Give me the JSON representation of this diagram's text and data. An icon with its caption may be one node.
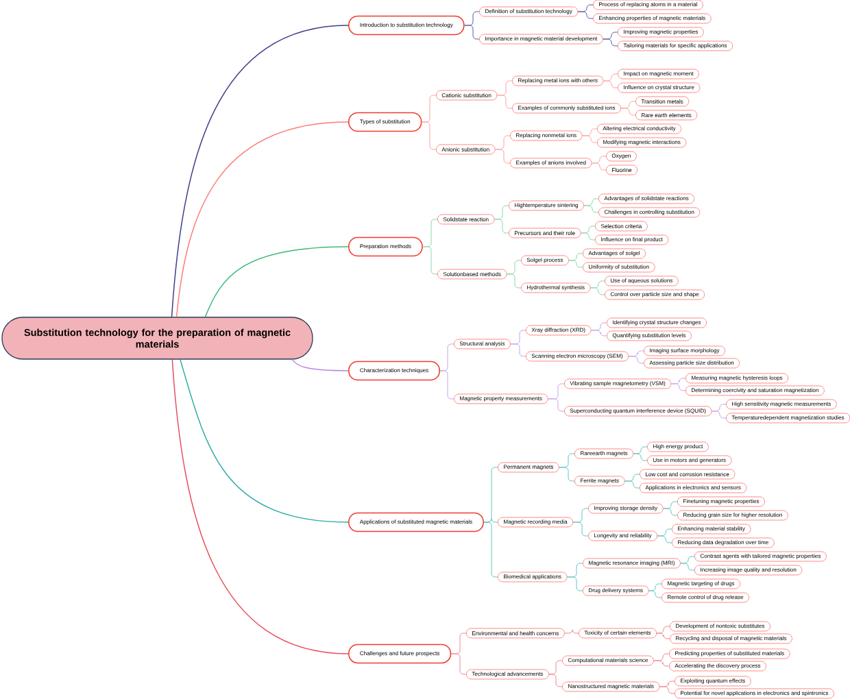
{
  "diagram": {
    "nodes": [
      {
        "text": [
          "Substitution technology for the preparation of magnetic materials"
        ]
      },
      {
        "text": [
          "Introduction to substitution technology"
        ]
      },
      {
        "text": [
          "Definition of substitution technology"
        ]
      },
      {
        "text": [
          "Process of replacing atoms in a material"
        ]
      },
      {
        "text": [
          "Enhancing properties of magnetic materials"
        ]
      },
      {
        "text": [
          "Importance in magnetic material development"
        ]
      },
      {
        "text": [
          "Improving magnetic properties"
        ]
      },
      {
        "text": [
          "Tailoring materials for specific applications"
        ]
      },
      {
        "text": [
          "Types of substitution"
        ]
      },
      {
        "text": [
          "Cationic substitution"
        ]
      },
      {
        "text": [
          "Replacing metal ions with others"
        ]
      },
      {
        "text": [
          "Impact on magnetic moment"
        ]
      },
      {
        "text": [
          "Influence on crystal structure"
        ]
      },
      {
        "text": [
          "Examples of commonly substituted ions"
        ]
      },
      {
        "text": [
          "Transition metals"
        ]
      },
      {
        "text": [
          "Rare earth elements"
        ]
      },
      {
        "text": [
          "Anionic substitution"
        ]
      },
      {
        "text": [
          "Replacing nonmetal ions"
        ]
      },
      {
        "text": [
          "Altering electrical conductivity"
        ]
      },
      {
        "text": [
          "Modifying magnetic interactions"
        ]
      },
      {
        "text": [
          "Examples of anions involved"
        ]
      },
      {
        "text": [
          "Oxygen"
        ]
      },
      {
        "text": [
          "Fluorine"
        ]
      },
      {
        "text": [
          "Preparation methods"
        ]
      },
      {
        "text": [
          "Solidstate reaction"
        ]
      },
      {
        "text": [
          "Hightemperature sintering"
        ]
      },
      {
        "text": [
          "Advantages of solidstate reactions"
        ]
      },
      {
        "text": [
          "Challenges in controlling substitution"
        ]
      },
      {
        "text": [
          "Precursors and their role"
        ]
      },
      {
        "text": [
          "Selection criteria"
        ]
      },
      {
        "text": [
          "Influence on final product"
        ]
      },
      {
        "text": [
          "Solutionbased methods"
        ]
      },
      {
        "text": [
          "Solgel process"
        ]
      },
      {
        "text": [
          "Advantages of solgel"
        ]
      },
      {
        "text": [
          "Uniformity of substitution"
        ]
      },
      {
        "text": [
          "Hydrothermal synthesis"
        ]
      },
      {
        "text": [
          "Use of aqueous solutions"
        ]
      },
      {
        "text": [
          "Control over particle size and shape"
        ]
      },
      {
        "text": [
          "Characterization techniques"
        ]
      },
      {
        "text": [
          "Structural analysis"
        ]
      },
      {
        "text": [
          "Xray diffraction (XRD)"
        ]
      },
      {
        "text": [
          "Identifying crystal structure changes"
        ]
      },
      {
        "text": [
          "Quantifying substitution levels"
        ]
      },
      {
        "text": [
          "Scanning electron microscopy (SEM)"
        ]
      },
      {
        "text": [
          "Imaging surface morphology"
        ]
      },
      {
        "text": [
          "Assessing particle size distribution"
        ]
      },
      {
        "text": [
          "Magnetic property measurements"
        ]
      },
      {
        "text": [
          "Vibrating sample magnetometry (VSM)"
        ]
      },
      {
        "text": [
          "Measuring magnetic hysteresis loops"
        ]
      },
      {
        "text": [
          "Determining coercivity and saturation magnetization"
        ]
      },
      {
        "text": [
          "Superconducting quantum interference device (SQUID)"
        ]
      },
      {
        "text": [
          "High sensitivity magnetic measurements"
        ]
      },
      {
        "text": [
          "Temperaturedependent magnetization studies"
        ]
      },
      {
        "text": [
          "Applications of substituted magnetic materials"
        ]
      },
      {
        "text": [
          "Permanent magnets"
        ]
      },
      {
        "text": [
          "Rareearth magnets"
        ]
      },
      {
        "text": [
          "High energy product"
        ]
      },
      {
        "text": [
          "Use in motors and generators"
        ]
      },
      {
        "text": [
          "Ferrite magnets"
        ]
      },
      {
        "text": [
          "Low cost and corrosion resistance"
        ]
      },
      {
        "text": [
          "Applications in electronics and sensors"
        ]
      },
      {
        "text": [
          "Magnetic recording media"
        ]
      },
      {
        "text": [
          "Improving storage density"
        ]
      },
      {
        "text": [
          "Finetuning magnetic properties"
        ]
      },
      {
        "text": [
          "Reducing grain size for higher resolution"
        ]
      },
      {
        "text": [
          "Longevity and reliability"
        ]
      },
      {
        "text": [
          "Enhancing material stability"
        ]
      },
      {
        "text": [
          "Reducing data degradation over time"
        ]
      },
      {
        "text": [
          "Biomedical applications"
        ]
      },
      {
        "text": [
          "Magnetic resonance imaging (MRI)"
        ]
      },
      {
        "text": [
          "Contrast agents with tailored magnetic properties"
        ]
      },
      {
        "text": [
          "Increasing image quality and resolution"
        ]
      },
      {
        "text": [
          "Drug delivery systems"
        ]
      },
      {
        "text": [
          "Magnetic targeting of drugs"
        ]
      },
      {
        "text": [
          "Remote control of drug release"
        ]
      },
      {
        "text": [
          "Challenges and future prospects"
        ]
      },
      {
        "text": [
          "Environmental and health concerns"
        ]
      },
      {
        "text": [
          "Toxicity of certain elements"
        ]
      },
      {
        "text": [
          "Development of nontoxic substitutes"
        ]
      },
      {
        "text": [
          "Recycling and disposal of magnetic materials"
        ]
      },
      {
        "text": [
          "Technological advancements"
        ]
      },
      {
        "text": [
          "Computational materials science"
        ]
      },
      {
        "text": [
          "Predicting properties of substituted materials"
        ]
      },
      {
        "text": [
          "Accelerating the discovery process"
        ]
      },
      {
        "text": [
          "Nanostructured magnetic materials"
        ]
      },
      {
        "text": [
          "Exploiting quantum effects"
        ]
      },
      {
        "text": [
          "Potential for novel applications in electronics and spintronics"
        ]
      }
    ],
    "edges": [
      {
        "from": 0,
        "to": 1,
        "arrow": "none",
        "color": "#3f3f8c"
      },
      {
        "from": 1,
        "to": 2,
        "arrow": "none",
        "color": "#5b5ba6"
      },
      {
        "from": 2,
        "to": 3,
        "arrow": "none",
        "color": "#5b5ba6"
      },
      {
        "from": 2,
        "to": 4,
        "arrow": "none",
        "color": "#5b5ba6"
      },
      {
        "from": 1,
        "to": 5,
        "arrow": "none",
        "color": "#5b5ba6"
      },
      {
        "from": 5,
        "to": 6,
        "arrow": "none",
        "color": "#5b5ba6"
      },
      {
        "from": 5,
        "to": 7,
        "arrow": "none",
        "color": "#5b5ba6"
      },
      {
        "from": 0,
        "to": 8,
        "arrow": "none",
        "color": "#f97e7a"
      },
      {
        "from": 8,
        "to": 9,
        "arrow": "none",
        "color": "#f9a5a1"
      },
      {
        "from": 9,
        "to": 10,
        "arrow": "none",
        "color": "#f9a5a1"
      },
      {
        "from": 10,
        "to": 11,
        "arrow": "none",
        "color": "#f9a5a1"
      },
      {
        "from": 10,
        "to": 12,
        "arrow": "none",
        "color": "#f9a5a1"
      },
      {
        "from": 9,
        "to": 13,
        "arrow": "none",
        "color": "#f9a5a1"
      },
      {
        "from": 13,
        "to": 14,
        "arrow": "none",
        "color": "#f9a5a1"
      },
      {
        "from": 13,
        "to": 15,
        "arrow": "none",
        "color": "#f9a5a1"
      },
      {
        "from": 8,
        "to": 16,
        "arrow": "none",
        "color": "#f9a5a1"
      },
      {
        "from": 16,
        "to": 17,
        "arrow": "none",
        "color": "#f9a5a1"
      },
      {
        "from": 17,
        "to": 18,
        "arrow": "none",
        "color": "#f9a5a1"
      },
      {
        "from": 17,
        "to": 19,
        "arrow": "none",
        "color": "#f9a5a1"
      },
      {
        "from": 16,
        "to": 20,
        "arrow": "none",
        "color": "#f9a5a1"
      },
      {
        "from": 20,
        "to": 21,
        "arrow": "none",
        "color": "#f9a5a1"
      },
      {
        "from": 20,
        "to": 22,
        "arrow": "none",
        "color": "#f9a5a1"
      },
      {
        "from": 0,
        "to": 23,
        "arrow": "none",
        "color": "#3dba77"
      },
      {
        "from": 23,
        "to": 24,
        "arrow": "none",
        "color": "#8bd7ae"
      },
      {
        "from": 24,
        "to": 25,
        "arrow": "none",
        "color": "#8bd7ae"
      },
      {
        "from": 25,
        "to": 26,
        "arrow": "none",
        "color": "#8bd7ae"
      },
      {
        "from": 25,
        "to": 27,
        "arrow": "none",
        "color": "#8bd7ae"
      },
      {
        "from": 24,
        "to": 28,
        "arrow": "none",
        "color": "#8bd7ae"
      },
      {
        "from": 28,
        "to": 29,
        "arrow": "none",
        "color": "#8bd7ae"
      },
      {
        "from": 28,
        "to": 30,
        "arrow": "none",
        "color": "#8bd7ae"
      },
      {
        "from": 23,
        "to": 31,
        "arrow": "none",
        "color": "#8bd7ae"
      },
      {
        "from": 31,
        "to": 32,
        "arrow": "none",
        "color": "#8bd7ae"
      },
      {
        "from": 32,
        "to": 33,
        "arrow": "none",
        "color": "#8bd7ae"
      },
      {
        "from": 32,
        "to": 34,
        "arrow": "none",
        "color": "#8bd7ae"
      },
      {
        "from": 31,
        "to": 35,
        "arrow": "none",
        "color": "#8bd7ae"
      },
      {
        "from": 35,
        "to": 36,
        "arrow": "none",
        "color": "#8bd7ae"
      },
      {
        "from": 35,
        "to": 37,
        "arrow": "none",
        "color": "#8bd7ae"
      },
      {
        "from": 0,
        "to": 38,
        "arrow": "none",
        "color": "#b68ae0"
      },
      {
        "from": 38,
        "to": 39,
        "arrow": "none",
        "color": "#c7a4ea"
      },
      {
        "from": 39,
        "to": 40,
        "arrow": "none",
        "color": "#c7a4ea"
      },
      {
        "from": 40,
        "to": 41,
        "arrow": "none",
        "color": "#c7a4ea"
      },
      {
        "from": 40,
        "to": 42,
        "arrow": "none",
        "color": "#c7a4ea"
      },
      {
        "from": 39,
        "to": 43,
        "arrow": "none",
        "color": "#c7a4ea"
      },
      {
        "from": 43,
        "to": 44,
        "arrow": "none",
        "color": "#c7a4ea"
      },
      {
        "from": 43,
        "to": 45,
        "arrow": "none",
        "color": "#c7a4ea"
      },
      {
        "from": 38,
        "to": 46,
        "arrow": "none",
        "color": "#c7a4ea"
      },
      {
        "from": 46,
        "to": 47,
        "arrow": "none",
        "color": "#c7a4ea"
      },
      {
        "from": 47,
        "to": 48,
        "arrow": "none",
        "color": "#c7a4ea"
      },
      {
        "from": 47,
        "to": 49,
        "arrow": "none",
        "color": "#c7a4ea"
      },
      {
        "from": 46,
        "to": 50,
        "arrow": "none",
        "color": "#c7a4ea"
      },
      {
        "from": 50,
        "to": 51,
        "arrow": "none",
        "color": "#c7a4ea"
      },
      {
        "from": 50,
        "to": 52,
        "arrow": "none",
        "color": "#c7a4ea"
      },
      {
        "from": 0,
        "to": 53,
        "arrow": "none",
        "color": "#2aaca4"
      },
      {
        "from": 53,
        "to": 54,
        "arrow": "none",
        "color": "#62c6bf"
      },
      {
        "from": 54,
        "to": 55,
        "arrow": "none",
        "color": "#62c6bf"
      },
      {
        "from": 55,
        "to": 56,
        "arrow": "none",
        "color": "#62c6bf"
      },
      {
        "from": 55,
        "to": 57,
        "arrow": "none",
        "color": "#62c6bf"
      },
      {
        "from": 54,
        "to": 58,
        "arrow": "none",
        "color": "#62c6bf"
      },
      {
        "from": 58,
        "to": 59,
        "arrow": "none",
        "color": "#62c6bf"
      },
      {
        "from": 58,
        "to": 60,
        "arrow": "none",
        "color": "#62c6bf"
      },
      {
        "from": 53,
        "to": 61,
        "arrow": "none",
        "color": "#62c6bf"
      },
      {
        "from": 61,
        "to": 62,
        "arrow": "none",
        "color": "#62c6bf"
      },
      {
        "from": 62,
        "to": 63,
        "arrow": "none",
        "color": "#62c6bf"
      },
      {
        "from": 62,
        "to": 64,
        "arrow": "none",
        "color": "#62c6bf"
      },
      {
        "from": 61,
        "to": 65,
        "arrow": "none",
        "color": "#62c6bf"
      },
      {
        "from": 65,
        "to": 66,
        "arrow": "none",
        "color": "#62c6bf"
      },
      {
        "from": 65,
        "to": 67,
        "arrow": "none",
        "color": "#62c6bf"
      },
      {
        "from": 53,
        "to": 68,
        "arrow": "none",
        "color": "#62c6bf"
      },
      {
        "from": 68,
        "to": 69,
        "arrow": "none",
        "color": "#62c6bf"
      },
      {
        "from": 69,
        "to": 70,
        "arrow": "none",
        "color": "#62c6bf"
      },
      {
        "from": 69,
        "to": 71,
        "arrow": "none",
        "color": "#62c6bf"
      },
      {
        "from": 68,
        "to": 72,
        "arrow": "none",
        "color": "#62c6bf"
      },
      {
        "from": 72,
        "to": 73,
        "arrow": "none",
        "color": "#62c6bf"
      },
      {
        "from": 72,
        "to": 74,
        "arrow": "none",
        "color": "#62c6bf"
      },
      {
        "from": 0,
        "to": 75,
        "arrow": "none",
        "color": "#e8505e"
      },
      {
        "from": 75,
        "to": 76,
        "arrow": "none",
        "color": "#ee8794"
      },
      {
        "from": 76,
        "to": 77,
        "arrow": "none",
        "color": "#ee8794"
      },
      {
        "from": 77,
        "to": 78,
        "arrow": "none",
        "color": "#ee8794"
      },
      {
        "from": 77,
        "to": 79,
        "arrow": "none",
        "color": "#ee8794"
      },
      {
        "from": 75,
        "to": 80,
        "arrow": "none",
        "color": "#ee8794"
      },
      {
        "from": 80,
        "to": 81,
        "arrow": "none",
        "color": "#ee8794"
      },
      {
        "from": 81,
        "to": 82,
        "arrow": "none",
        "color": "#ee8794"
      },
      {
        "from": 81,
        "to": 83,
        "arrow": "none",
        "color": "#ee8794"
      },
      {
        "from": 80,
        "to": 84,
        "arrow": "none",
        "color": "#ee8794"
      },
      {
        "from": 84,
        "to": 85,
        "arrow": "none",
        "color": "#ee8794"
      },
      {
        "from": 84,
        "to": 86,
        "arrow": "none",
        "color": "#ee8794"
      }
    ]
  }
}
